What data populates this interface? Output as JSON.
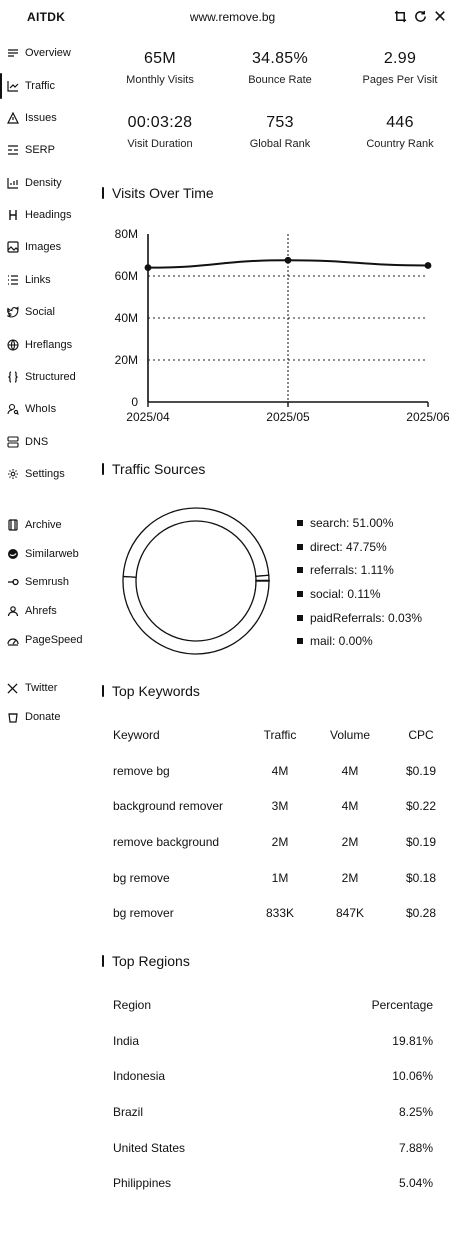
{
  "header": {
    "brand": "AITDK",
    "domain": "www.remove.bg",
    "icons": [
      "crop-icon",
      "refresh-icon",
      "close-icon"
    ]
  },
  "sidebar": {
    "active": "Traffic",
    "items": [
      {
        "label": "Overview",
        "icon": "overview-icon"
      },
      {
        "label": "Traffic",
        "icon": "traffic-icon"
      },
      {
        "label": "Issues",
        "icon": "warning-icon"
      },
      {
        "label": "SERP",
        "icon": "serp-icon"
      },
      {
        "label": "Density",
        "icon": "density-icon"
      },
      {
        "label": "Headings",
        "icon": "heading-icon"
      },
      {
        "label": "Images",
        "icon": "image-icon"
      },
      {
        "label": "Links",
        "icon": "links-icon"
      },
      {
        "label": "Social",
        "icon": "twitter-bird-icon"
      },
      {
        "label": "Hreflangs",
        "icon": "globe-icon"
      },
      {
        "label": "Structured",
        "icon": "braces-icon"
      },
      {
        "label": "WhoIs",
        "icon": "user-search-icon"
      },
      {
        "label": "DNS",
        "icon": "server-icon"
      },
      {
        "label": "Settings",
        "icon": "gear-icon"
      }
    ],
    "tools": [
      {
        "label": "Archive",
        "icon": "archive-icon"
      },
      {
        "label": "Similarweb",
        "icon": "similarweb-icon"
      },
      {
        "label": "Semrush",
        "icon": "semrush-icon"
      },
      {
        "label": "Ahrefs",
        "icon": "ahrefs-icon"
      },
      {
        "label": "PageSpeed",
        "icon": "pagespeed-icon"
      }
    ],
    "extras": [
      {
        "label": "Twitter",
        "icon": "x-icon"
      },
      {
        "label": "Donate",
        "icon": "cup-icon"
      }
    ]
  },
  "stats": [
    {
      "value": "65M",
      "label": "Monthly Visits"
    },
    {
      "value": "34.85%",
      "label": "Bounce Rate"
    },
    {
      "value": "2.99",
      "label": "Pages Per Visit"
    },
    {
      "value": "00:03:28",
      "label": "Visit Duration"
    },
    {
      "value": "753",
      "label": "Global Rank"
    },
    {
      "value": "446",
      "label": "Country Rank"
    }
  ],
  "sections": {
    "visits": "Visits Over Time",
    "sources": "Traffic Sources",
    "keywords": "Top Keywords",
    "regions": "Top Regions"
  },
  "chart_data": {
    "type": "line",
    "x": [
      "2025/04",
      "2025/05",
      "2025/06"
    ],
    "series": [
      {
        "values": [
          64,
          67.5,
          65
        ]
      }
    ],
    "y_unit": "M",
    "yticks": [
      "0",
      "20M",
      "40M",
      "60M",
      "80M"
    ],
    "ylim": [
      0,
      80
    ],
    "grid": true
  },
  "traffic_sources": [
    {
      "label": "search: 51.00%",
      "value": 51.0
    },
    {
      "label": "direct: 47.75%",
      "value": 47.75
    },
    {
      "label": "referrals: 1.11%",
      "value": 1.11
    },
    {
      "label": "social: 0.11%",
      "value": 0.11
    },
    {
      "label": "paidReferrals: 0.03%",
      "value": 0.03
    },
    {
      "label": "mail: 0.00%",
      "value": 0.0
    }
  ],
  "keywords": {
    "headers": [
      "Keyword",
      "Traffic",
      "Volume",
      "CPC"
    ],
    "rows": [
      [
        "remove bg",
        "4M",
        "4M",
        "$0.19"
      ],
      [
        "background remover",
        "3M",
        "4M",
        "$0.22"
      ],
      [
        "remove background",
        "2M",
        "2M",
        "$0.19"
      ],
      [
        "bg remove",
        "1M",
        "2M",
        "$0.18"
      ],
      [
        "bg remover",
        "833K",
        "847K",
        "$0.28"
      ]
    ]
  },
  "regions": {
    "headers": [
      "Region",
      "Percentage"
    ],
    "rows": [
      [
        "India",
        "19.81%"
      ],
      [
        "Indonesia",
        "10.06%"
      ],
      [
        "Brazil",
        "8.25%"
      ],
      [
        "United States",
        "7.88%"
      ],
      [
        "Philippines",
        "5.04%"
      ]
    ]
  }
}
